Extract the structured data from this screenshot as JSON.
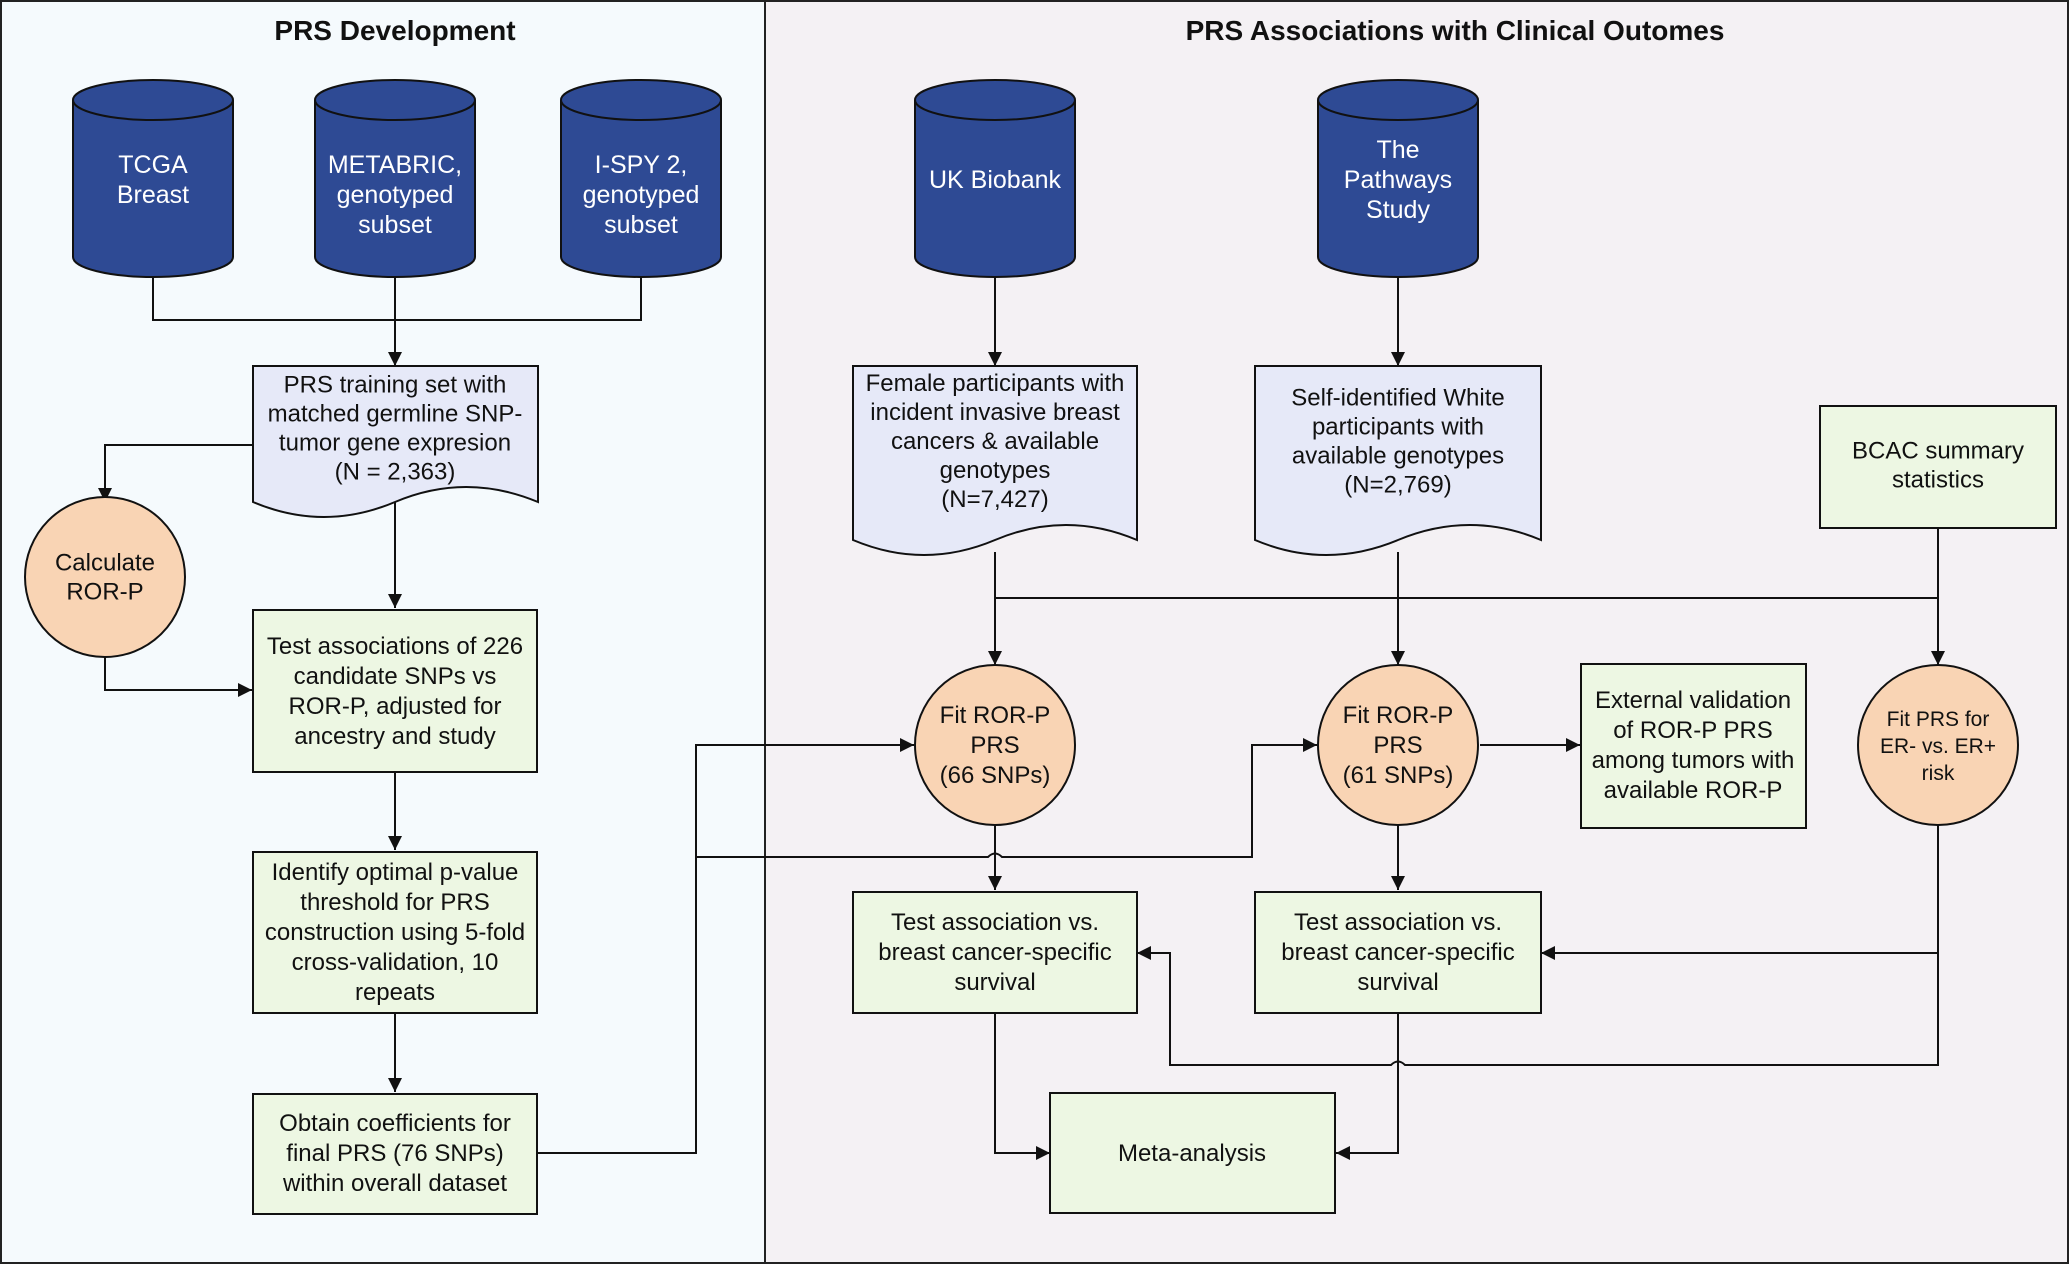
{
  "panels": {
    "left_title": "PRS Development",
    "right_title": "PRS Associations with Clinical Outomes"
  },
  "colors": {
    "left_panel_bg": "#F5FAFD",
    "right_panel_bg": "#F4F1F4",
    "cylinder_fill": "#2E4A94",
    "cylinder_text": "#FFFFFF",
    "document_fill": "#E6E9F8",
    "process_fill": "#EDF7E3",
    "circle_fill": "#F9D4B4",
    "line": "#111111"
  },
  "nodes": {
    "tcga": [
      "TCGA",
      "Breast"
    ],
    "metabric": [
      "METABRIC,",
      "genotyped",
      "subset"
    ],
    "ispy": [
      "I-SPY 2,",
      "genotyped",
      "subset"
    ],
    "ukb": [
      "UK Biobank"
    ],
    "pathways": [
      "The",
      "Pathways",
      "Study"
    ],
    "training": [
      "PRS training set with",
      "matched germline SNP-",
      "tumor gene expresion",
      "(N = 2,363)"
    ],
    "female": [
      "Female participants with",
      "incident invasive breast",
      "cancers & available",
      "genotypes",
      "(N=7,427)"
    ],
    "selfid": [
      "Self-identified White",
      "participants with",
      "available genotypes",
      "(N=2,769)"
    ],
    "bcac": [
      "BCAC summary",
      "statistics"
    ],
    "calc_rorp": [
      "Calculate",
      "ROR-P"
    ],
    "test226": [
      "Test associations of 226",
      "candidate SNPs vs",
      "ROR-P, adjusted for",
      "ancestry and study"
    ],
    "identify": [
      "Identify optimal p-value",
      "threshold for PRS",
      "construction using 5-fold",
      "cross-validation, 10",
      "repeats"
    ],
    "obtain": [
      "Obtain coefficients for",
      "final PRS (76 SNPs)",
      "within overall dataset"
    ],
    "fit66": [
      "Fit ROR-P",
      "PRS",
      "(66 SNPs)"
    ],
    "fit61": [
      "Fit ROR-P",
      "PRS",
      "(61 SNPs)"
    ],
    "extval": [
      "External validation",
      "of ROR-P PRS",
      "among tumors with",
      "available ROR-P"
    ],
    "fiter": [
      "Fit PRS for",
      "ER- vs. ER+",
      "risk"
    ],
    "surv1": [
      "Test association vs.",
      "breast cancer-specific",
      "survival"
    ],
    "surv2": [
      "Test association vs.",
      "breast cancer-specific",
      "survival"
    ],
    "meta": [
      "Meta-analysis"
    ]
  }
}
